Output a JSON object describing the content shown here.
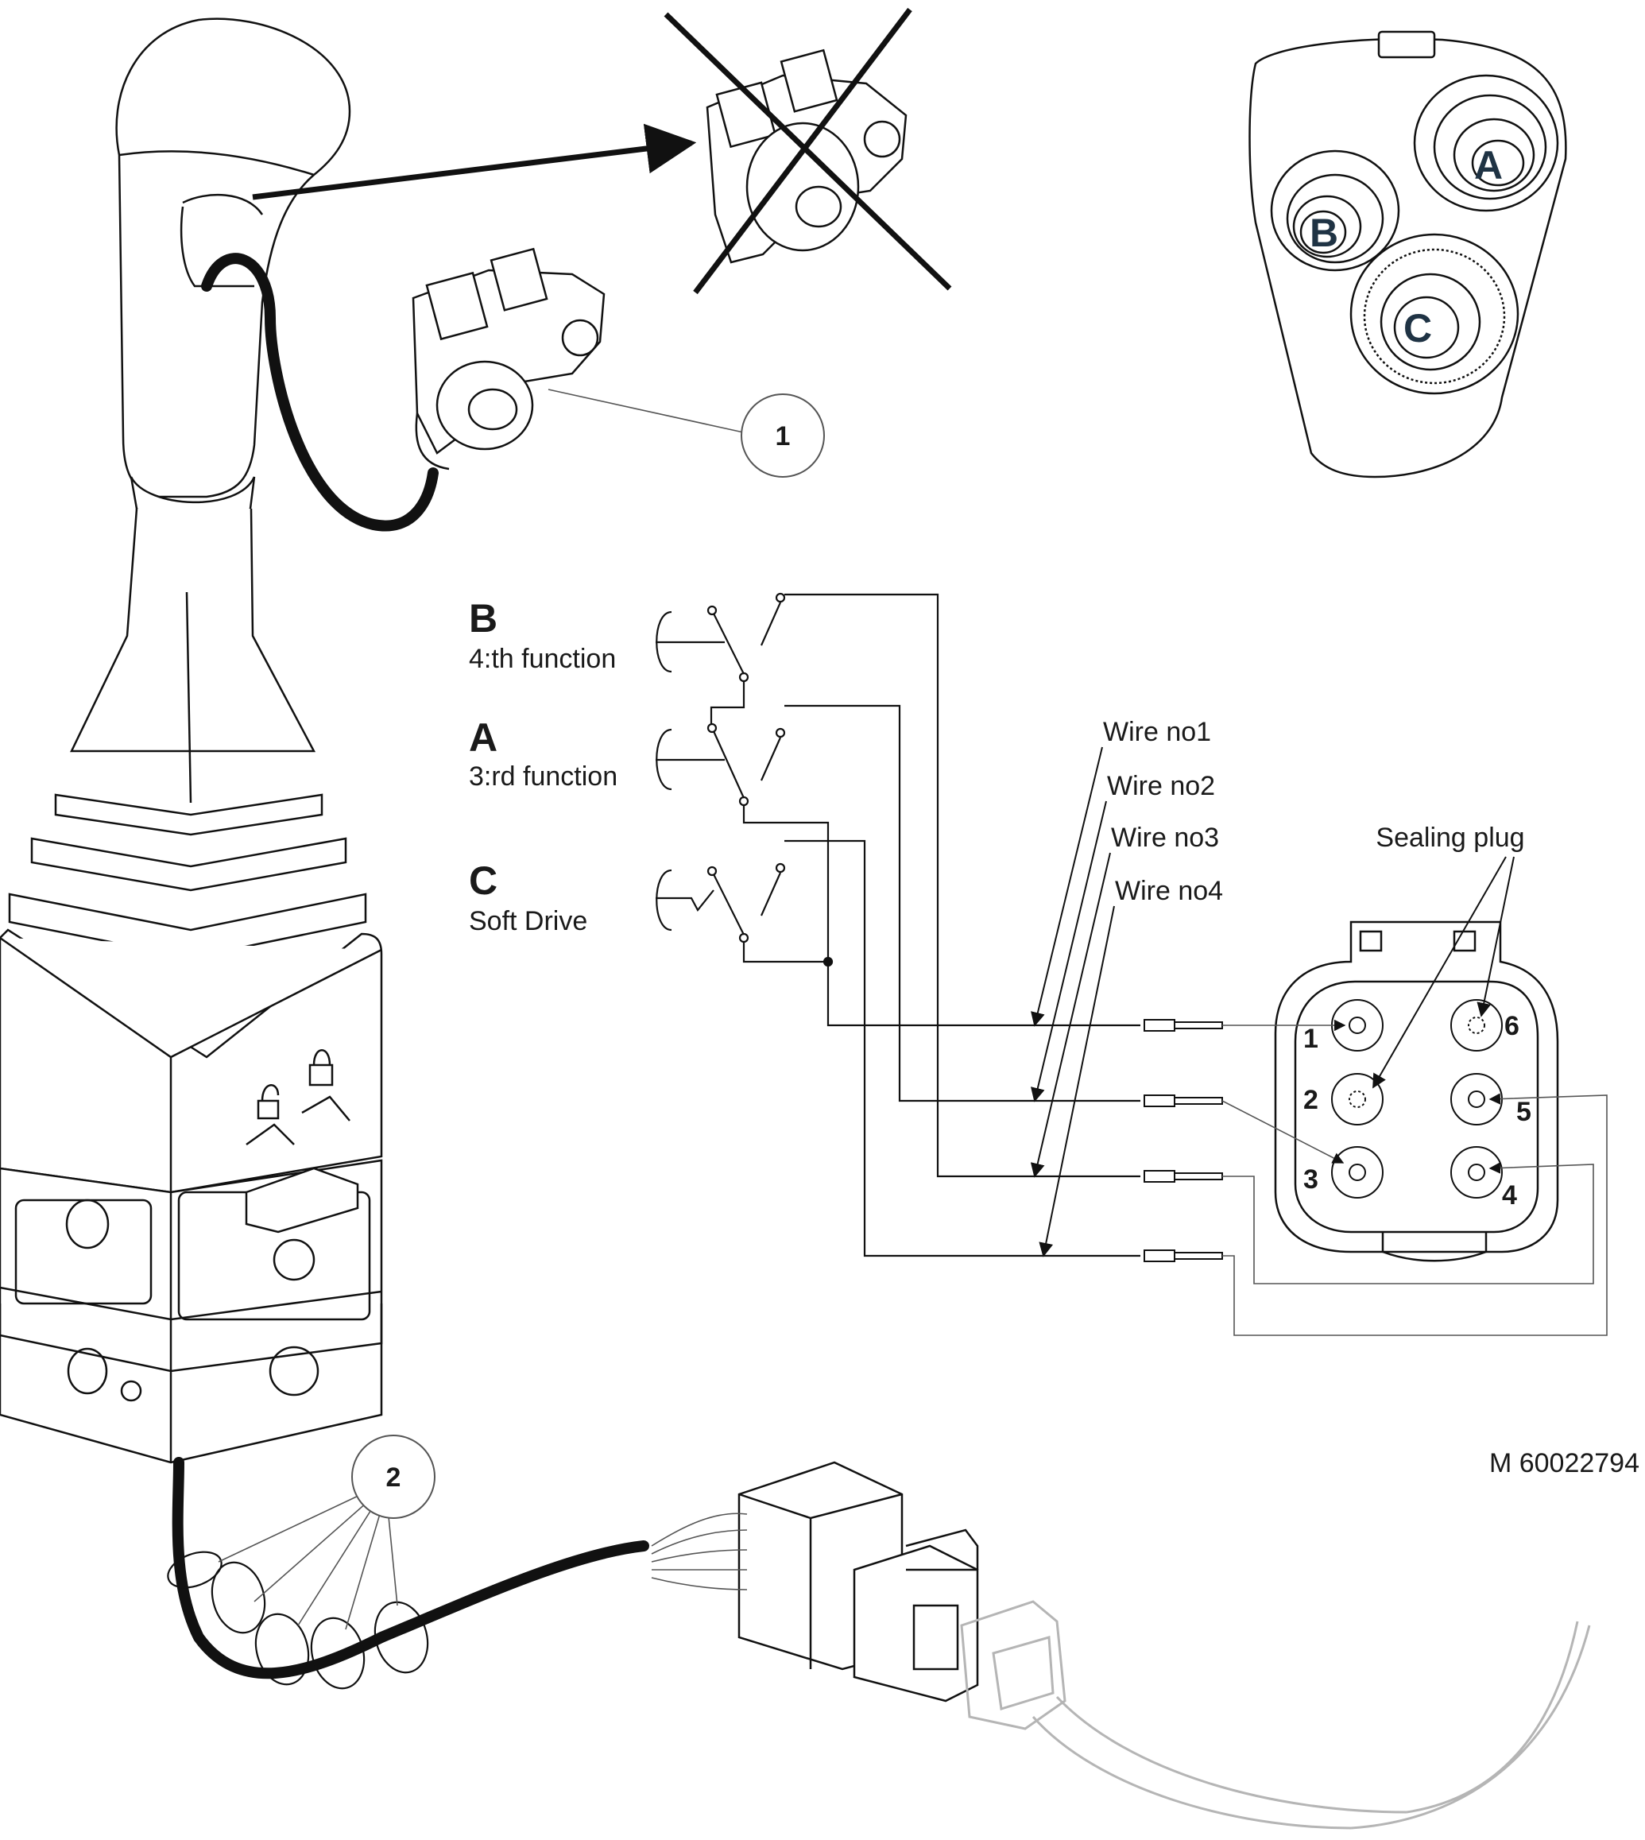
{
  "callouts": {
    "one": "1",
    "two": "2"
  },
  "button_cluster": {
    "a": "A",
    "b": "B",
    "c": "C"
  },
  "switches": [
    {
      "letter": "B",
      "function": "4:th function"
    },
    {
      "letter": "A",
      "function": "3:rd function"
    },
    {
      "letter": "C",
      "function": "Soft Drive"
    }
  ],
  "wires": [
    "Wire no1",
    "Wire no2",
    "Wire no3",
    "Wire no4"
  ],
  "connector": {
    "sealing_label": "Sealing plug",
    "pins": [
      "1",
      "2",
      "3",
      "4",
      "5",
      "6"
    ]
  },
  "drawing_number": "M 60022794",
  "colors": {
    "ink": "#111111",
    "ghost": "#b5b5b5",
    "cluster_letters": "#1f3344"
  }
}
